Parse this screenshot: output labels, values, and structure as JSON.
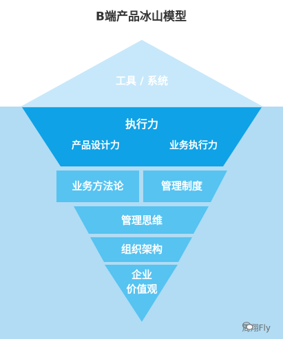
{
  "title": "B端产品冰山模型",
  "iceberg": {
    "tip_label": "工具 / 系统",
    "band1": {
      "heading": "执行力",
      "left": "产品设计力",
      "right": "业务执行力"
    },
    "row2": {
      "left": "业务方法论",
      "right": "管理制度"
    },
    "row3": "管理思维",
    "row4": "组织架构",
    "bottom_line1": "企业",
    "bottom_line2": "价值观"
  },
  "watermark": {
    "icon": "wechat-icon",
    "text": "周翔Fly"
  },
  "colors": {
    "tip": "#c7e8fa",
    "water": "#b1dcf4",
    "band": "#0fa2e6",
    "block": "#56c3f1"
  }
}
